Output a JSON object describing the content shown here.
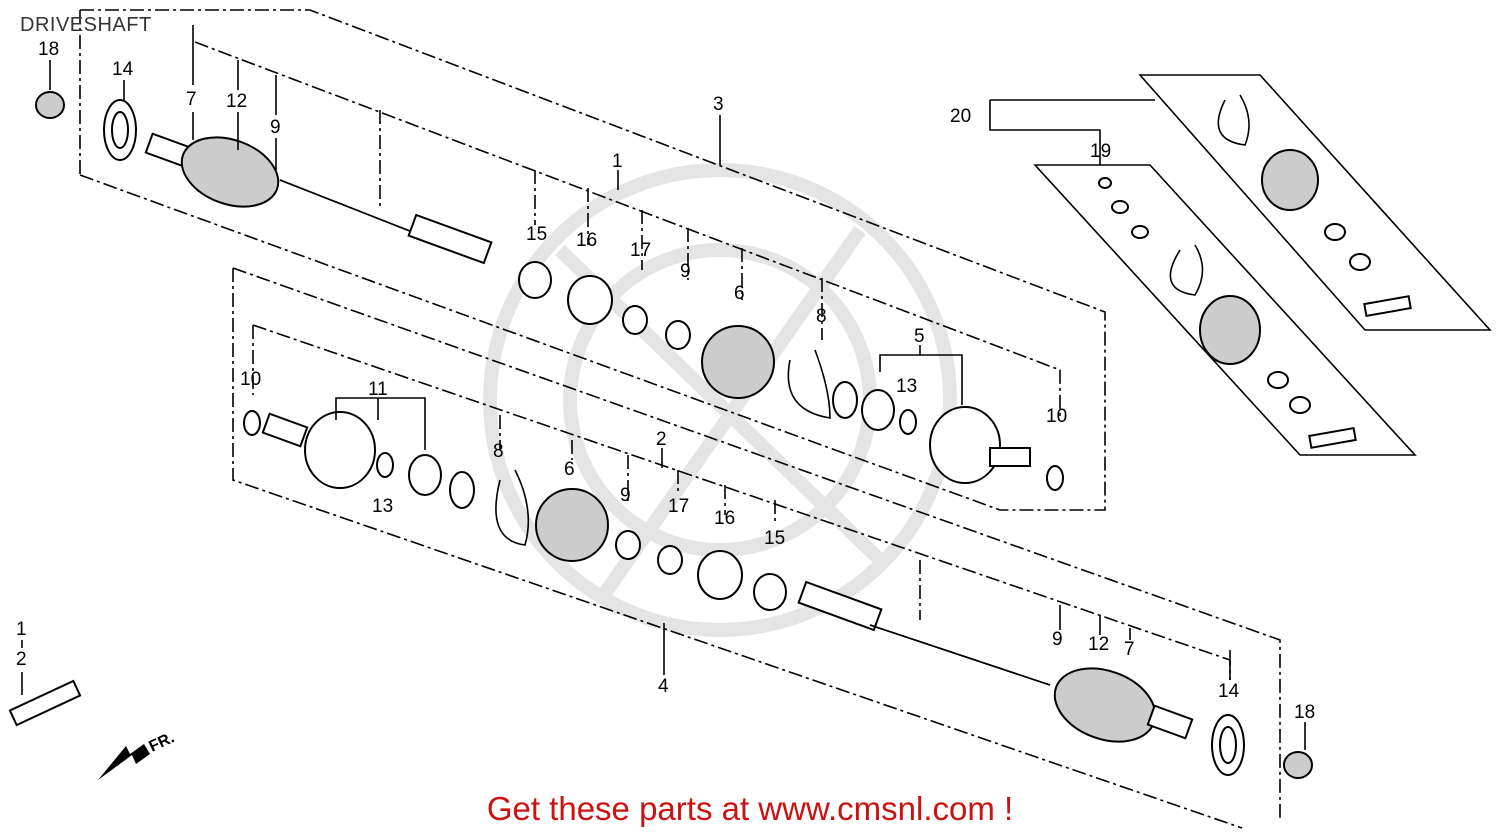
{
  "diagram": {
    "title": "DRIVESHAFT",
    "promo": "Get these parts at www.cmsnl.com !",
    "direction_label": "FR."
  },
  "callouts": {
    "c1a": "1",
    "c1b": "1",
    "c2a": "2",
    "c2b": "2",
    "c3": "3",
    "c4": "4",
    "c5": "5",
    "c6a": "6",
    "c6b": "6",
    "c7a": "7",
    "c7b": "7",
    "c8a": "8",
    "c8b": "8",
    "c9a": "9",
    "c9b": "9",
    "c9c": "9",
    "c9d": "9",
    "c10a": "10",
    "c10b": "10",
    "c11": "11",
    "c12a": "12",
    "c12b": "12",
    "c13a": "13",
    "c13b": "13",
    "c14a": "14",
    "c14b": "14",
    "c15a": "15",
    "c15b": "15",
    "c16a": "16",
    "c16b": "16",
    "c17a": "17",
    "c17b": "17",
    "c18a": "18",
    "c18b": "18",
    "c19": "19",
    "c20": "20"
  }
}
